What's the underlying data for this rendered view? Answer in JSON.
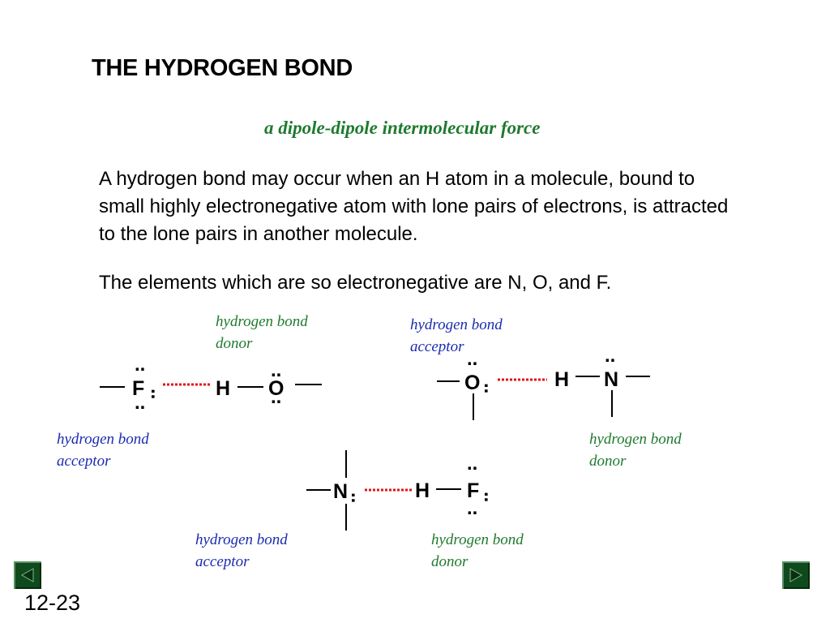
{
  "title": "THE HYDROGEN BOND",
  "subtitle": "a dipole-dipole intermolecular force",
  "paragraphs": [
    "A hydrogen bond may occur when an H atom in a molecule, bound to small highly electronegative atom with lone pairs of electrons, is attracted to the lone pairs in another molecule.",
    "The elements which are so electronegative are N, O, and F."
  ],
  "diagram": {
    "annotations": {
      "hf_donor": "hydrogen bond\ndonor",
      "f_acceptor": "hydrogen bond\nacceptor",
      "o_acceptor": "hydrogen bond\nacceptor",
      "n_donor": "hydrogen bond\ndonor",
      "n_acceptor": "hydrogen bond\nacceptor",
      "f_donor": "hydrogen bond\ndonor"
    },
    "atoms": {
      "f1": "F",
      "h1": "H",
      "o1": "O",
      "o2": "O",
      "h2": "H",
      "n2": "N",
      "n3": "N",
      "h3": "H",
      "f3": "F"
    },
    "lone_pair_symbol": "..",
    "colors": {
      "annotation_green": "#1f7a2e",
      "annotation_blue": "#1a2bb0",
      "hbond_red": "#e0141a",
      "nav_button": "#0f4a1c"
    }
  },
  "nav": {
    "prev_icon": "triangle-left-icon",
    "next_icon": "triangle-right-icon"
  },
  "slide_number": "12-23"
}
